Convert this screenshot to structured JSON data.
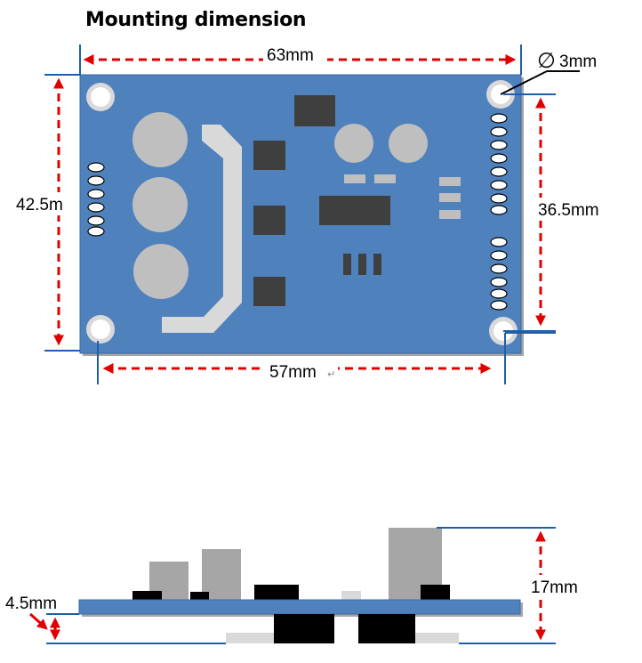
{
  "title": "Mounting dimension",
  "dimensions": {
    "overall_width": "63mm",
    "hole_spacing_width": "57mm",
    "overall_height": "42.5m",
    "hole_spacing_height": "36.5mm",
    "hole_diameter": "3mm",
    "diameter_symbol": "∅",
    "board_thickness": "4.5mm",
    "total_height": "17mm"
  },
  "return_mark": "↵",
  "colors": {
    "board": "#4f81bd",
    "board_edge": "#3d6aa3",
    "component_dark": "#3f3f3f",
    "component_grey": "#bfbfbf",
    "light_grey": "#d9d9d9",
    "black": "#000000",
    "dimension_arrow": "#e00000",
    "extension_line": "#1f5fa8"
  },
  "icons": {
    "dimension_arrow": "red-dashed-arrow",
    "diameter": "diameter-icon"
  }
}
